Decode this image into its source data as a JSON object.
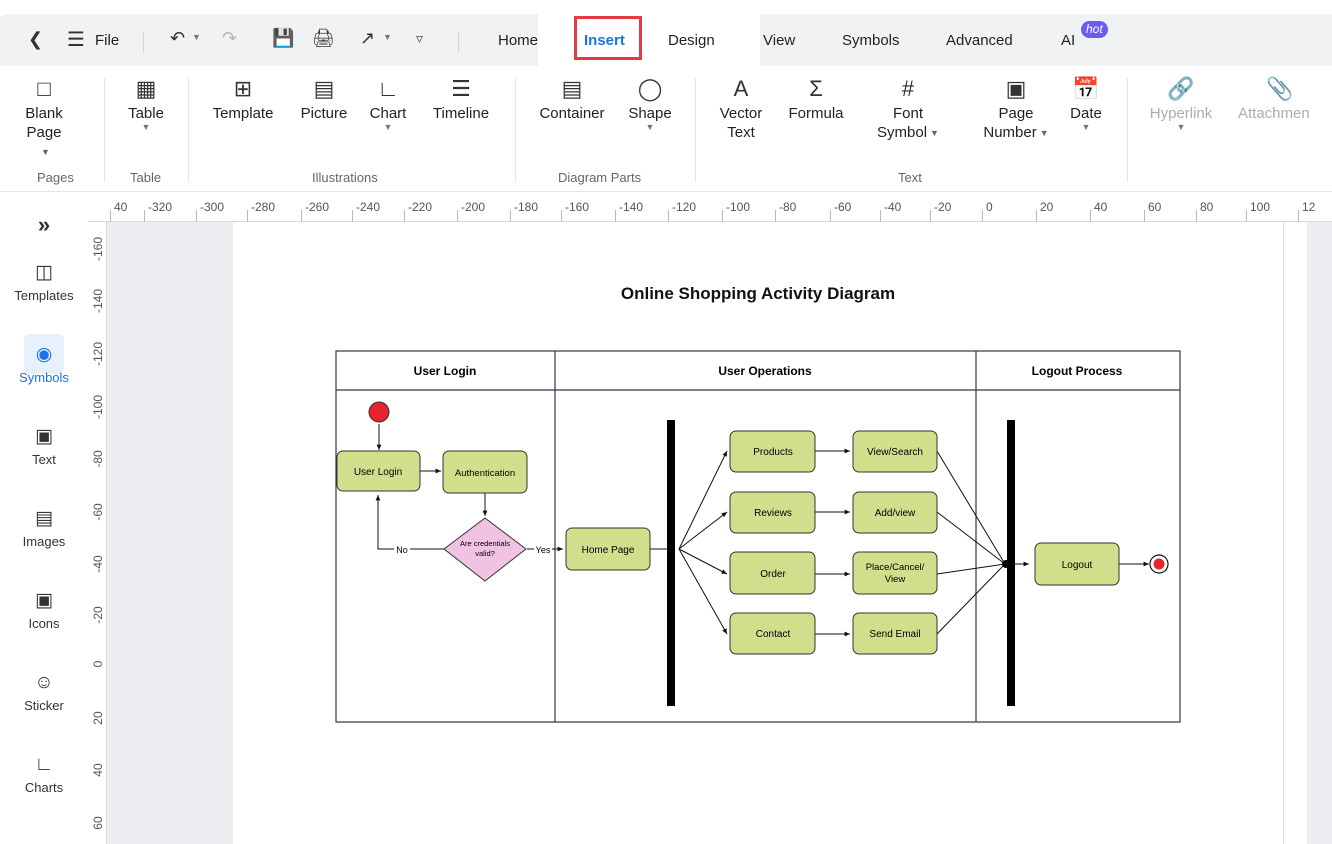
{
  "toolbar": {
    "back_icon": "chevron-left-icon",
    "file_label": "File",
    "menu_tabs": [
      "Home",
      "Insert",
      "Design",
      "View",
      "Symbols",
      "Advanced",
      "AI"
    ],
    "active_tab": "Insert",
    "hot_badge": "hot"
  },
  "ribbon": {
    "buttons": {
      "blank_page": [
        "Blank",
        "Page"
      ],
      "table": "Table",
      "template": "Template",
      "picture": "Picture",
      "chart": "Chart",
      "timeline": "Timeline",
      "container": "Container",
      "shape": "Shape",
      "vector_text": [
        "Vector",
        "Text"
      ],
      "formula": "Formula",
      "font_symbol": [
        "Font",
        "Symbol"
      ],
      "page_number": [
        "Page",
        "Number"
      ],
      "date": "Date",
      "hyperlink": "Hyperlink",
      "attachment": "Attachmen"
    },
    "groups": {
      "pages": "Pages",
      "table": "Table",
      "illustrations": "Illustrations",
      "diagram_parts": "Diagram Parts",
      "text": "Text"
    }
  },
  "sidebar": {
    "expand_icon": "double-chevron-right-icon",
    "items": [
      {
        "label": "Templates",
        "icon": "templates-icon"
      },
      {
        "label": "Symbols",
        "icon": "symbols-icon",
        "active": true
      },
      {
        "label": "Text",
        "icon": "text-icon"
      },
      {
        "label": "Images",
        "icon": "images-icon"
      },
      {
        "label": "Icons",
        "icon": "icons-icon"
      },
      {
        "label": "Sticker",
        "icon": "sticker-icon"
      },
      {
        "label": "Charts",
        "icon": "charts-icon"
      }
    ]
  },
  "ruler": {
    "top_labels": [
      "40",
      "-320",
      "-300",
      "-280",
      "-260",
      "-240",
      "-220",
      "-200",
      "-180",
      "-160",
      "-140",
      "-120",
      "-100",
      "-80",
      "-60",
      "-40",
      "-20",
      "0",
      "20",
      "40",
      "60",
      "80",
      "100",
      "12"
    ],
    "left_labels": [
      "-160",
      "-140",
      "-120",
      "-100",
      "-80",
      "-60",
      "-40",
      "-20",
      "0",
      "20",
      "40",
      "60"
    ]
  },
  "diagram": {
    "title": "Online Shopping Activity Diagram",
    "lanes": [
      "User Login",
      "User Operations",
      "Logout Process"
    ],
    "nodes": {
      "user_login": "User Login",
      "authentication": "Authentication",
      "decision": [
        "Are credentials",
        "valid?"
      ],
      "home_page": "Home Page",
      "products": "Products",
      "reviews": "Reviews",
      "order": "Order",
      "contact": "Contact",
      "view_search": "View/Search",
      "add_view": "Add/view",
      "place_cancel": [
        "Place/Cancel/",
        "View"
      ],
      "send_email": "Send Email",
      "logout": "Logout"
    },
    "edge_labels": {
      "no": "No",
      "yes": "Yes"
    },
    "colors": {
      "activity_fill": "#cfdf8c",
      "decision_fill": "#f0c3e2",
      "start_fill": "#e8232a",
      "bar": "#000000",
      "accent": "#1a73e8",
      "highlight": "#e53945"
    }
  }
}
